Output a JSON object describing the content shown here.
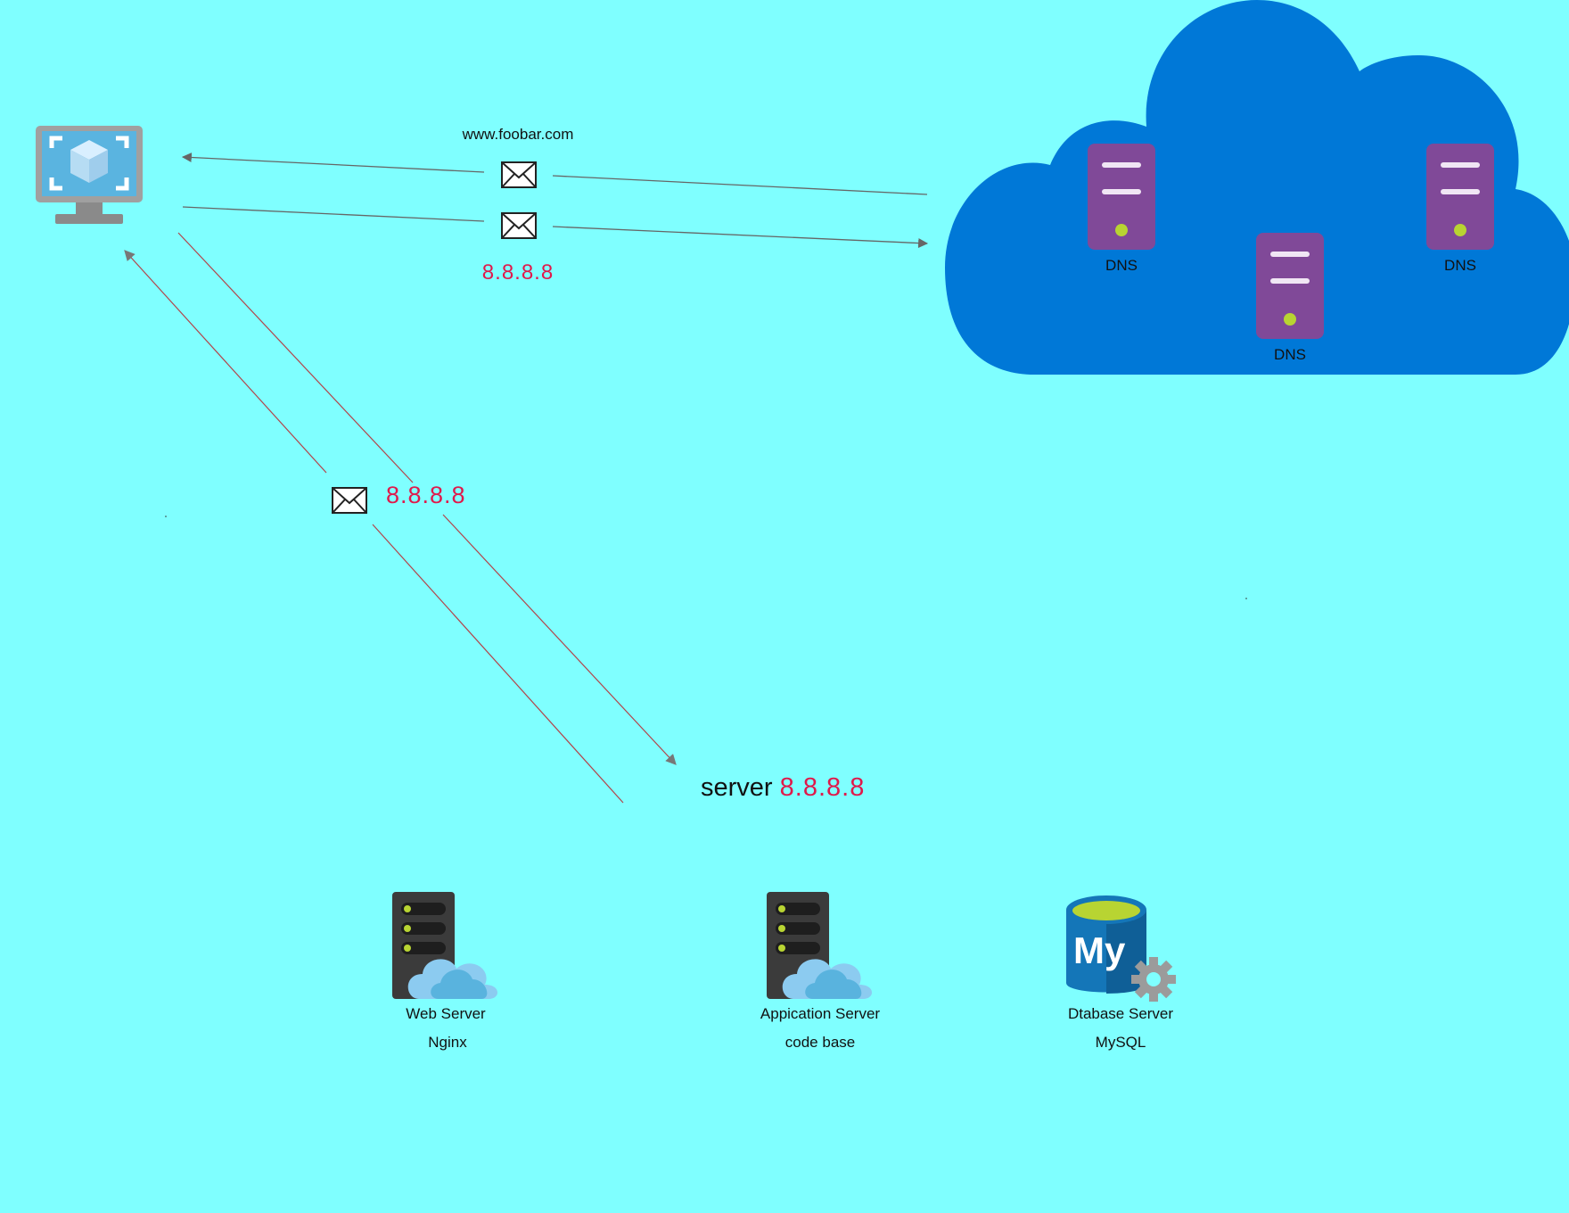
{
  "request": {
    "domain": "www.foobar.com",
    "dns_reply_ip": "8.8.8.8",
    "client_reply_ip": "8.8.8.8"
  },
  "dns_cloud": {
    "nodes": [
      {
        "label": "DNS"
      },
      {
        "label": "DNS"
      },
      {
        "label": "DNS"
      }
    ]
  },
  "server": {
    "label": "server",
    "ip": "8.8.8.8"
  },
  "components": [
    {
      "title": "Web Server",
      "subtitle": "Nginx"
    },
    {
      "title": "Appication Server",
      "subtitle": "code base"
    },
    {
      "title": "Dtabase Server",
      "subtitle": "MySQL"
    }
  ],
  "colors": {
    "background": "#7fffff",
    "cloud": "#0078d7",
    "dns_server": "#804998",
    "ip_text": "#e0194b",
    "connector_dns": "#6b6b6b",
    "connector_server": "#b3444a"
  },
  "icons": {
    "client": "desktop-computer-icon",
    "message": "envelope-icon",
    "dns": "dns-server-icon",
    "web": "web-server-icon",
    "app": "application-server-icon",
    "db": "mysql-database-icon"
  }
}
